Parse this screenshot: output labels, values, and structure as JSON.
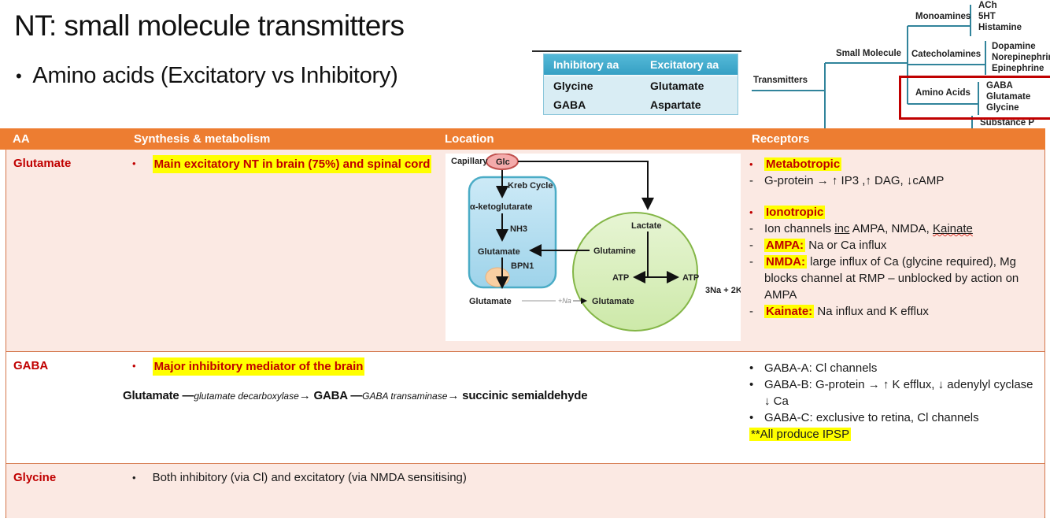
{
  "title": "NT: small molecule transmitters",
  "subtitle": "Amino acids (Excitatory vs Inhibitory)",
  "markers": {
    "bullet": "●",
    "dash": "-",
    "subtitle_bullet": "●"
  },
  "aa_table": {
    "headers": [
      "Inhibitory aa",
      "Excitatory aa"
    ],
    "rows": [
      [
        "Glycine",
        "Glutamate"
      ],
      [
        "GABA",
        "Aspartate"
      ]
    ]
  },
  "tree": {
    "root_label": "Transmitters",
    "group_label": "Small Molecule",
    "branches": [
      {
        "label": "Monoamines",
        "leaves": [
          "ACh",
          "5HT",
          "Histamine"
        ]
      },
      {
        "label": "Catecholamines",
        "leaves": [
          "Dopamine",
          "Norepinephrine",
          "Epinephrine"
        ]
      },
      {
        "label": "Amino Acids",
        "leaves": [
          "GABA",
          "Glutamate",
          "Glycine"
        ]
      },
      {
        "label": "",
        "leaves": [
          "Substance P"
        ]
      }
    ]
  },
  "main_table": {
    "headers": [
      "AA",
      "Synthesis & metabolism",
      "Location",
      "Receptors"
    ],
    "glutamate": {
      "name": "Glutamate",
      "synthesis_highlight": "Main excitatory NT in brain (75%) and spinal cord",
      "receptors": {
        "metabotropic_label": "Metabotropic",
        "metabotropic_detail": "G-protein → ↑ IP3 ,↑ DAG, ↓cAMP",
        "ionotropic_label": "Ionotropic",
        "ion_pre": "Ion channels ",
        "ion_inc": "inc",
        "ion_mid": " AMPA, NMDA, ",
        "ion_kainate": "Kainate",
        "ampa_label": "AMPA:",
        "ampa_detail": " Na or Ca influx",
        "nmda_label": "NMDA:",
        "nmda_detail": " large influx of Ca (glycine required), Mg blocks channel at RMP – unblocked by action on AMPA",
        "kainate_label": "Kainate:",
        "kainate_detail": " Na influx and K efflux"
      }
    },
    "gaba": {
      "name": "GABA",
      "synthesis_highlight": "Major inhibitory mediator of the brain",
      "pathway": {
        "s1": "Glutamate ",
        "dash1": "—",
        "enzyme1": "glutamate decarboxylase",
        "arrow1": "→ GABA ",
        "dash2": "—",
        "enzyme2": "GABA transaminase",
        "arrow2": "→ succinic semialdehyde"
      },
      "receptors": [
        "GABA-A: Cl channels",
        "GABA-B: G-protein → ↑ K efflux, ↓ adenylyl cyclase ↓ Ca",
        "GABA-C: exclusive to retina, Cl channels"
      ],
      "receptors_note": "**All produce IPSP"
    },
    "glycine": {
      "name": "Glycine",
      "detail": "Both inhibitory (via Cl) and excitatory (via NMDA sensitising)"
    }
  },
  "diagram": {
    "capillary": "Capillary",
    "glc": "Glc",
    "kreb": "Kreb Cycle",
    "akg": "α-ketoglutarate",
    "nh3": "NH3",
    "glutamate_in": "Glutamate",
    "bpn1": "BPN1",
    "glutamate_out": "Glutamate",
    "na": "+Na",
    "glutamate_astro": "Glutamate",
    "glutamine": "Glutamine",
    "lactate": "Lactate",
    "atp_left": "ATP",
    "atp_right": "ATP",
    "pump": "3Na + 2K"
  },
  "colors": {
    "header_orange": "#ed7d31",
    "row_pink": "#fbe9e3",
    "border_orange": "#c55a11",
    "dark_red": "#c00000",
    "highlight_yellow": "#ffff00",
    "tree_teal": "#31849b",
    "aa_table_teal": "#41aacb",
    "aa_table_body": "#d9edf4"
  }
}
